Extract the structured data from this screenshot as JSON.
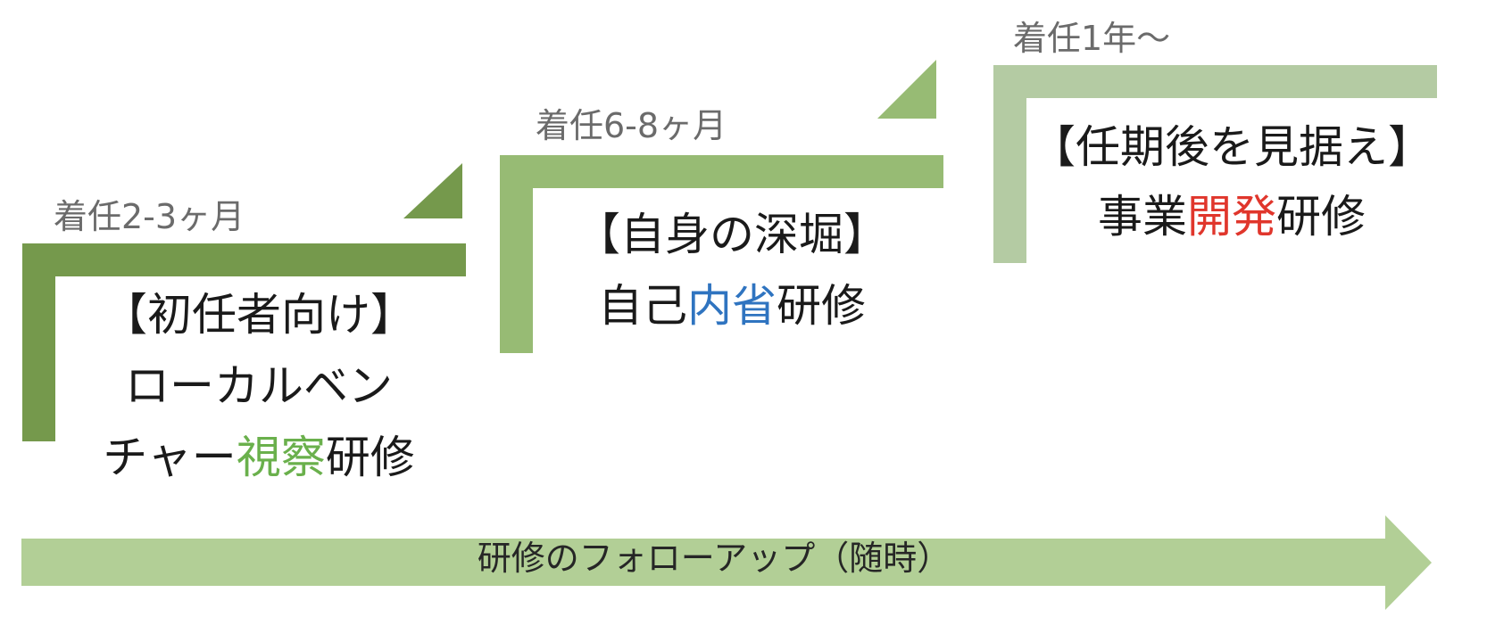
{
  "stages": [
    {
      "period": "着任2-3ヶ月",
      "title": "【初任者向け】",
      "lines": [
        [
          {
            "t": "ローカルベン"
          }
        ],
        [
          {
            "t": "チャー"
          },
          {
            "t": "視察",
            "hl": true
          },
          {
            "t": "研修"
          }
        ]
      ],
      "color": "#75994c"
    },
    {
      "period": "着任6-8ヶ月",
      "title": "【自身の深堀】",
      "lines": [
        [
          {
            "t": "自己"
          },
          {
            "t": "内省",
            "hl": true
          },
          {
            "t": "研修"
          }
        ]
      ],
      "color": "#97bb74"
    },
    {
      "period": "着任1年～",
      "title": "【任期後を見据え】",
      "lines": [
        [
          {
            "t": "事業"
          },
          {
            "t": "開発",
            "hl": true
          },
          {
            "t": "研修"
          }
        ]
      ],
      "color": "#b4cba3"
    }
  ],
  "highlight_colors": [
    "#6ab04c",
    "#2f74c0",
    "#e0362c"
  ],
  "followup": {
    "label": "研修のフォローアップ（随時）",
    "color": "#b2cf96"
  },
  "text_color": "#1a1a1a"
}
